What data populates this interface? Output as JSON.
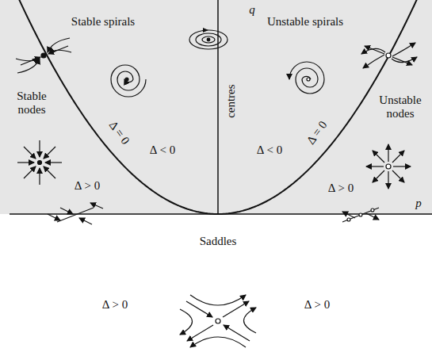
{
  "diagram": {
    "labels": [
      "q",
      "Stable spirals",
      "Unstable spirals",
      "centres",
      "Stable nodes",
      "Δ = 0",
      "Δ < 0",
      "Δ < 0",
      "Δ = 0",
      "Unstable nodes",
      "Δ > 0",
      "Δ > 0",
      "p",
      "Saddles",
      "Δ > 0",
      "Δ > 0"
    ]
  }
}
